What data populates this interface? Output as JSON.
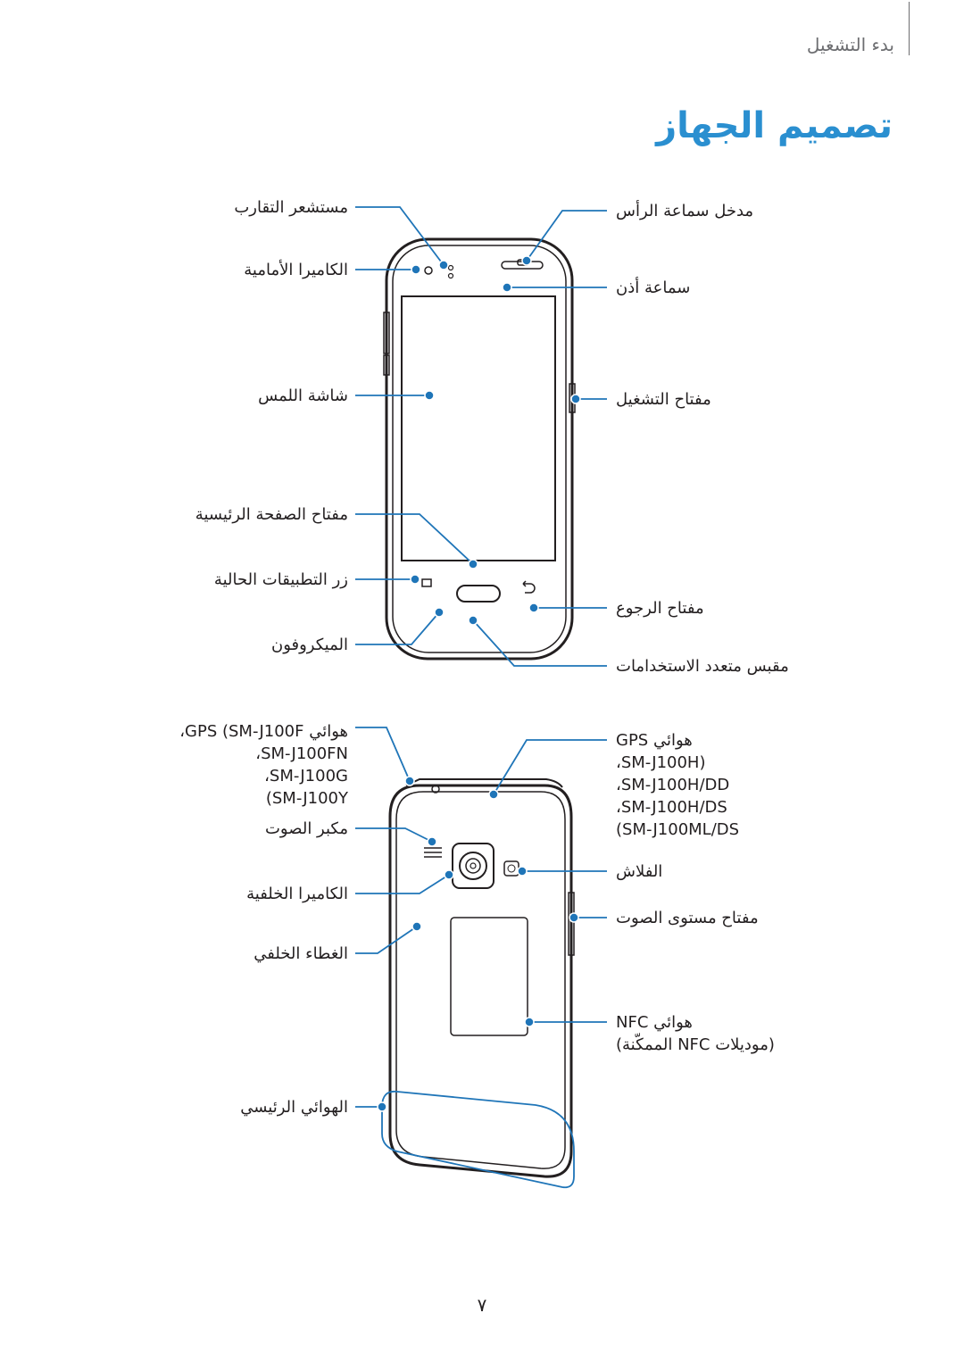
{
  "header": {
    "section": "بدء التشغيل",
    "title": "تصميم الجهاز"
  },
  "front_view": {
    "left_labels": {
      "proximity_sensor": "مستشعر التقارب",
      "front_camera": "الكاميرا الأمامية",
      "touch_screen": "شاشة اللمس",
      "home_button": "مفتاح الصفحة الرئيسية",
      "recent_apps_button": "زر التطبيقات الحالية",
      "microphone": "الميكروفون"
    },
    "right_labels": {
      "headset_jack": "مدخل سماعة الرأس",
      "earpiece": "سماعة أذن",
      "power_button": "مفتاح التشغيل",
      "back_button": "مفتاح الرجوع",
      "multipurpose_jack": "مقبس متعدد الاستخدامات"
    }
  },
  "back_view": {
    "left_labels": {
      "gps_antenna_a": [
        "هوائي GPS (SM-J100F،",
        "SM-J100FN،",
        "SM-J100G،",
        "SM-J100Y)"
      ],
      "speaker": "مكبر الصوت",
      "rear_camera": "الكاميرا الخلفية",
      "back_cover": "الغطاء الخلفي",
      "main_antenna": "الهوائي الرئيسي"
    },
    "right_labels": {
      "gps_antenna_b": [
        "هوائي GPS",
        "(SM-J100H،",
        "SM-J100H/DD،",
        "SM-J100H/DS،",
        "SM-J100ML/DS)"
      ],
      "flash": "الفلاش",
      "volume_button": "مفتاح مستوى الصوت",
      "nfc_antenna": [
        "هوائي NFC",
        "(موديلات NFC الممكّنة)"
      ]
    }
  },
  "footer": {
    "page_number": "٧"
  },
  "colors": {
    "accent": "#2a8fd0",
    "callout": "#1f75b8",
    "device_outline": "#231f20",
    "device_fill": "#ffffff"
  }
}
